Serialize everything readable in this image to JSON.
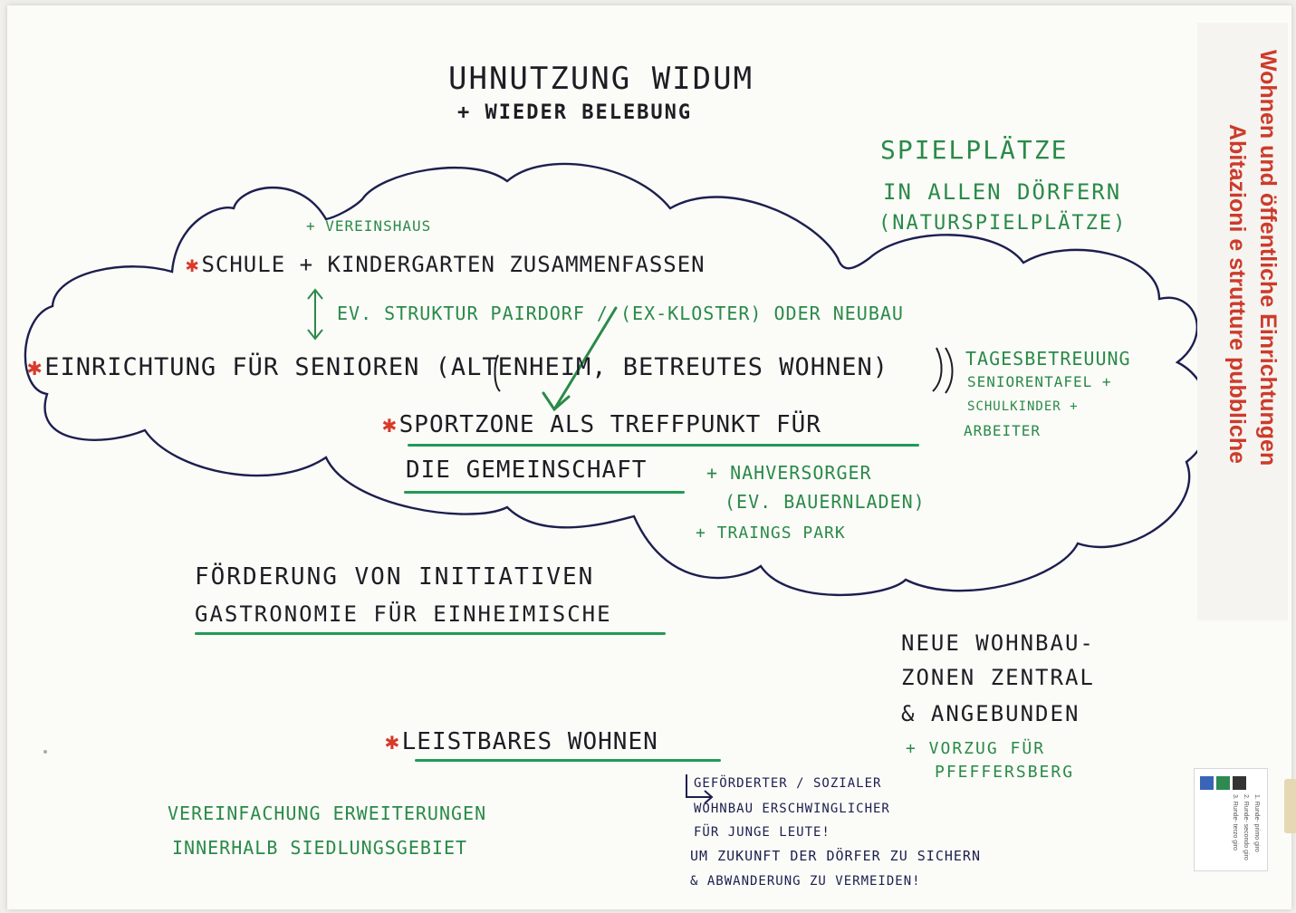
{
  "title": {
    "line1": "UHNUTZUNG WIDUM",
    "line2": "+ WIEDER BELEBUNG"
  },
  "side_title": {
    "line1": "Wohnen und öffentliche Einrichtungen",
    "line2": "Abitazioni e strutture pubbliche"
  },
  "cloud_notes": {
    "vereinshaus": "+ VEREINSHAUS",
    "schule": "SCHULE + KINDERGARTEN ZUSAMMENFASSEN",
    "struktur": "EV. STRUKTUR PAIRDORF / (EX-KLOSTER) ODER NEUBAU",
    "einrichtung": "EINRICHTUNG FÜR SENIOREN (ALTENHEIM, BETREUTES WOHNEN)",
    "sportzone": "SPORTZONE ALS TREFFPUNKT FÜR",
    "gemeinschaft": "DIE GEMEINSCHAFT",
    "nahversorger": "+ NAHVERSORGER",
    "bauernladen": "(EV. BAUERNLADEN)",
    "trainingspark": "+ TRAINGS PARK"
  },
  "spielplaetze": {
    "line1": "SPIELPLÄTZE",
    "line2": "IN ALLEN DÖRFERN",
    "line3": "(NATURSPIELPLÄTZE)"
  },
  "tagesbetreuung": {
    "line1": "TAGESBETREUUNG",
    "line2": "SENIORENTAFEL +",
    "line3": "SCHULKINDER +",
    "line4": "ARBEITER"
  },
  "foerderung": {
    "line1": "FÖRDERUNG VON INITIATIVEN",
    "line2": "GASTRONOMIE FÜR EINHEIMISCHE"
  },
  "neue_wohnbau": {
    "line1": "NEUE WOHNBAU-",
    "line2": "ZONEN ZENTRAL",
    "line3": "& ANGEBUNDEN",
    "line4": "+ VORZUG FÜR",
    "line5": "PFEFFERSBERG"
  },
  "leistbares": "LEISTBARES WOHNEN",
  "gefoerdert": {
    "line1": "GEFÖRDERTER / SOZIALER",
    "line2": "WOHNBAU ERSCHWINGLICHER",
    "line3": "FÜR JUNGE LEUTE!",
    "line4": "UM ZUKUNFT DER DÖRFER ZU SICHERN",
    "line5": "& ABWANDERUNG ZU VERMEIDEN!"
  },
  "vereinfachung": {
    "line1": "VEREINFACHUNG ERWEITERUNGEN",
    "line2": "INNERHALB SIEDLUNGSGEBIET"
  },
  "legend": {
    "items": [
      "1. Runde- primo giro",
      "2. Runde- secondo giro",
      "3. Runde- terzo giro"
    ],
    "colors": [
      "#3a64b8",
      "#2f8a52",
      "#333333"
    ]
  },
  "colors": {
    "black_marker": "#1d1d24",
    "green_marker": "#2a8a48",
    "navy_marker": "#1c1f4e",
    "red_asterisk": "#d83a2a",
    "side_title_red": "#cc3b2b"
  }
}
